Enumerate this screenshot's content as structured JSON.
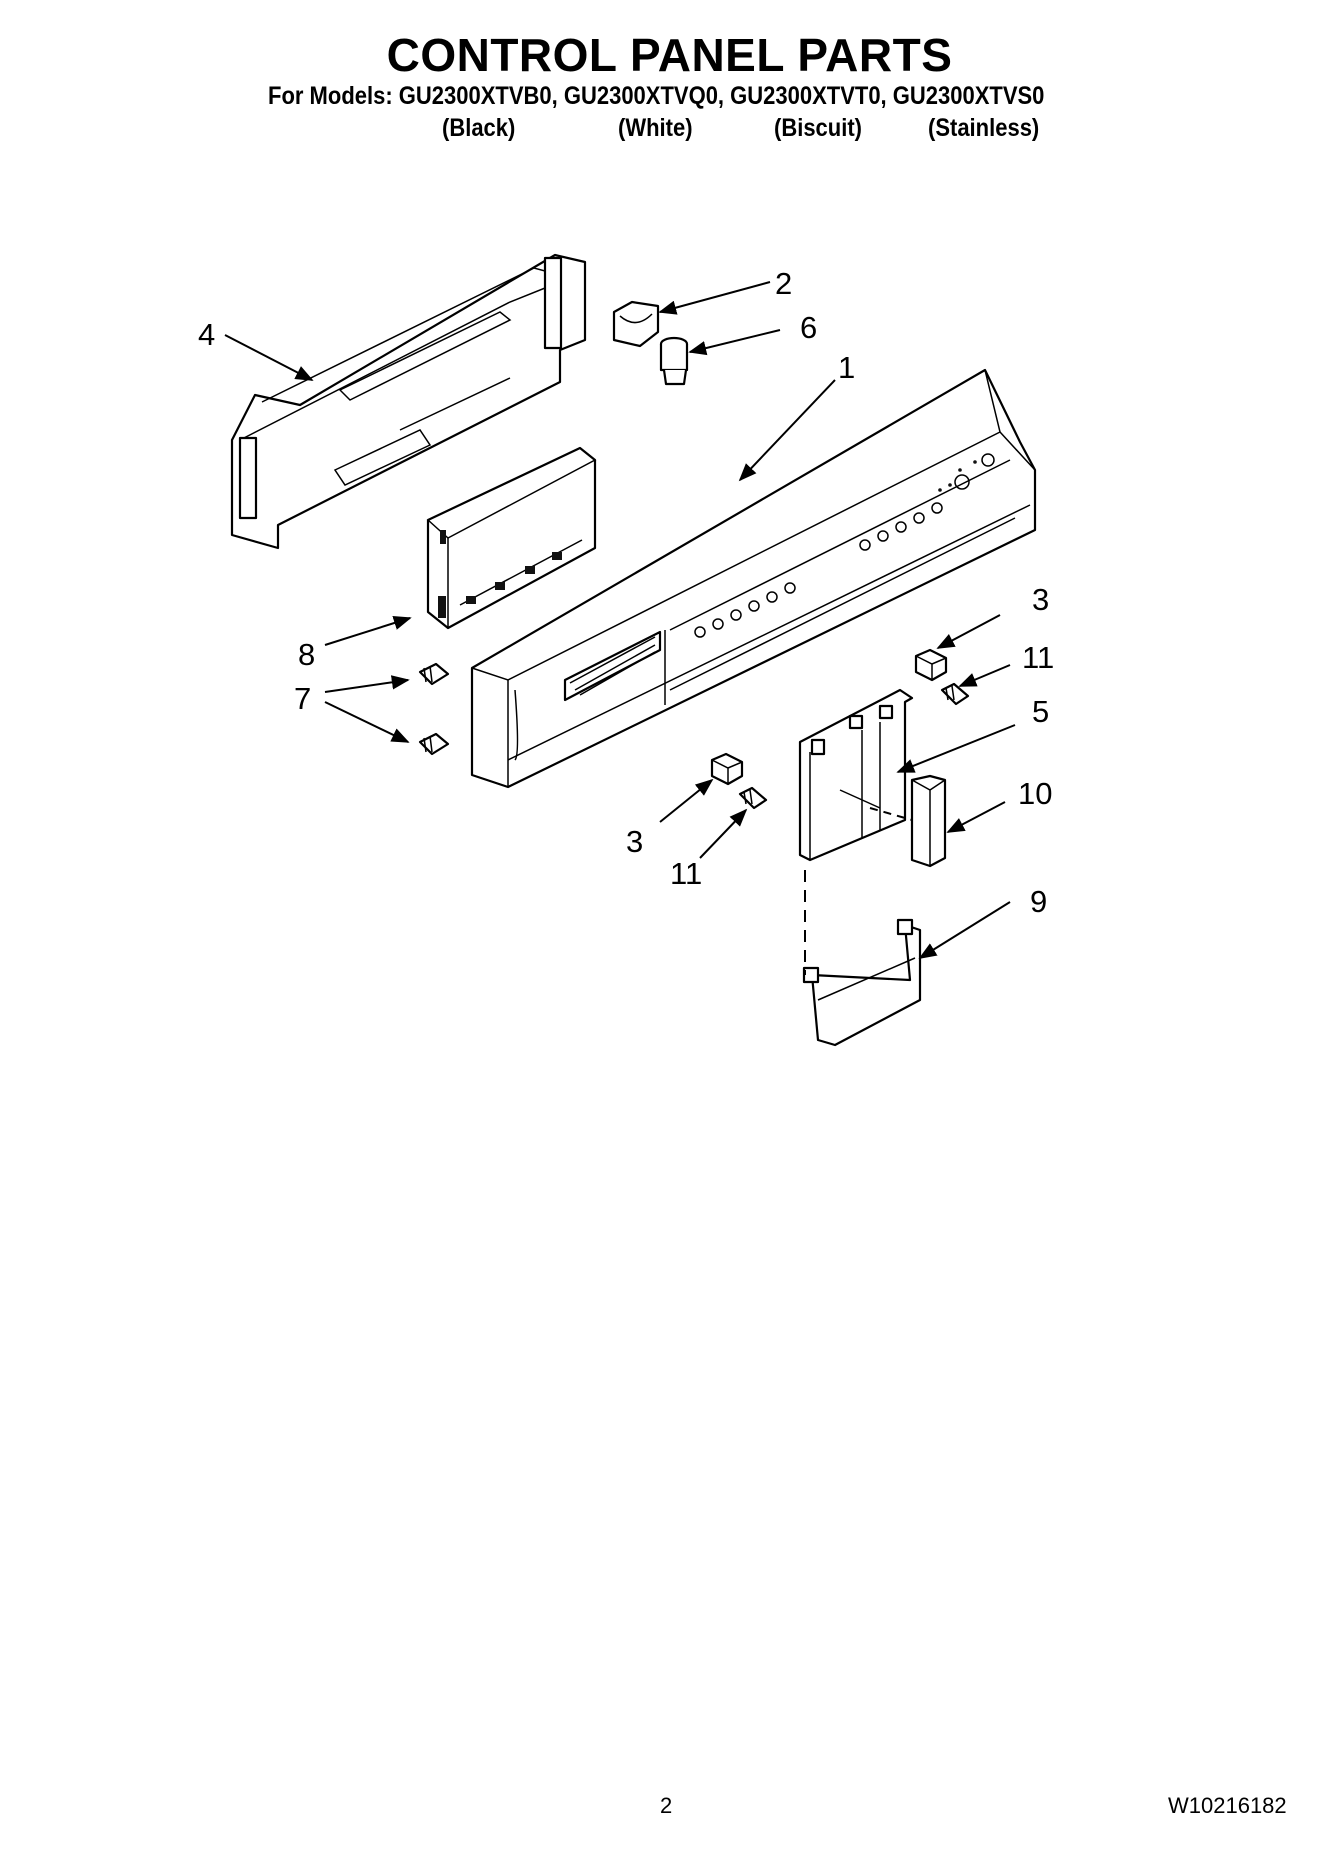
{
  "header": {
    "title": "CONTROL PANEL PARTS",
    "models_line": "For Models: GU2300XTVB0, GU2300XTVQ0, GU2300XTVT0, GU2300XTVS0",
    "colors": {
      "black": "(Black)",
      "white": "(White)",
      "biscuit": "(Biscuit)",
      "stainless": "(Stainless)"
    }
  },
  "callouts": {
    "c1": "1",
    "c2": "2",
    "c3a": "3",
    "c3b": "3",
    "c4": "4",
    "c5": "5",
    "c6": "6",
    "c7": "7",
    "c8": "8",
    "c9": "9",
    "c10": "10",
    "c11a": "11",
    "c11b": "11"
  },
  "footer": {
    "page_number": "2",
    "document_number": "W10216182"
  }
}
